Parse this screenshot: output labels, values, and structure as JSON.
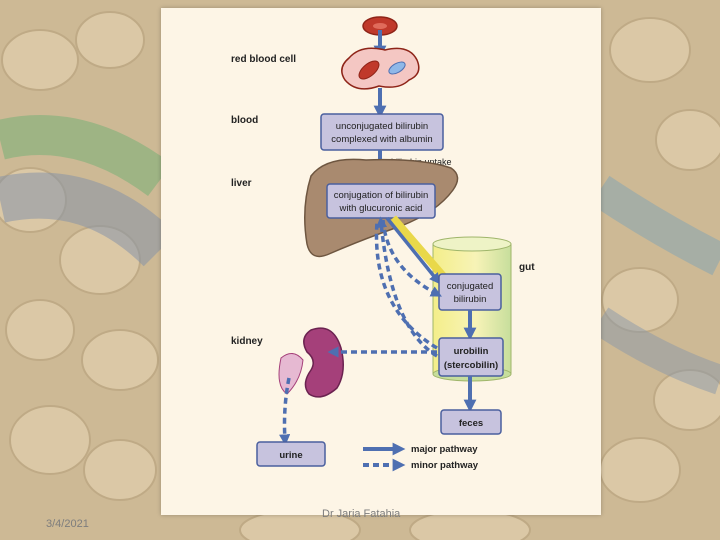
{
  "labels": {
    "red_blood_cell": "red blood cell",
    "blood": "blood",
    "liver": "liver",
    "gut": "gut",
    "kidney": "kidney"
  },
  "boxes": {
    "unconjugated_line1": "unconjugated bilirubin",
    "unconjugated_line2": "complexed with albumin",
    "conjugation_line1": "conjugation of bilirubin",
    "conjugation_line2": "with glucuronic acid",
    "conjugated_line1": "conjugated",
    "conjugated_line2": "bilirubin",
    "urobilin_line1": "urobilin",
    "urobilin_line2": "(stercobilin)",
    "feces": "feces",
    "urine": "urine"
  },
  "annotations": {
    "bilirubin_uptake": "bilirubin uptake"
  },
  "legend": {
    "major": "major pathway",
    "minor": "minor pathway"
  },
  "footer": {
    "date": "3/4/2021",
    "author": "Dr Jaria Fatahia"
  },
  "colors": {
    "arrow": "#4e6fb1",
    "box_fill": "#c7c3de",
    "box_stroke": "#4a5f9e",
    "liver": "#a98a6f",
    "kidney": "#a5407a",
    "rbc": "#c0392b",
    "gut_yellow": "#f3ee8e",
    "gut_green": "#c9e0a6"
  }
}
